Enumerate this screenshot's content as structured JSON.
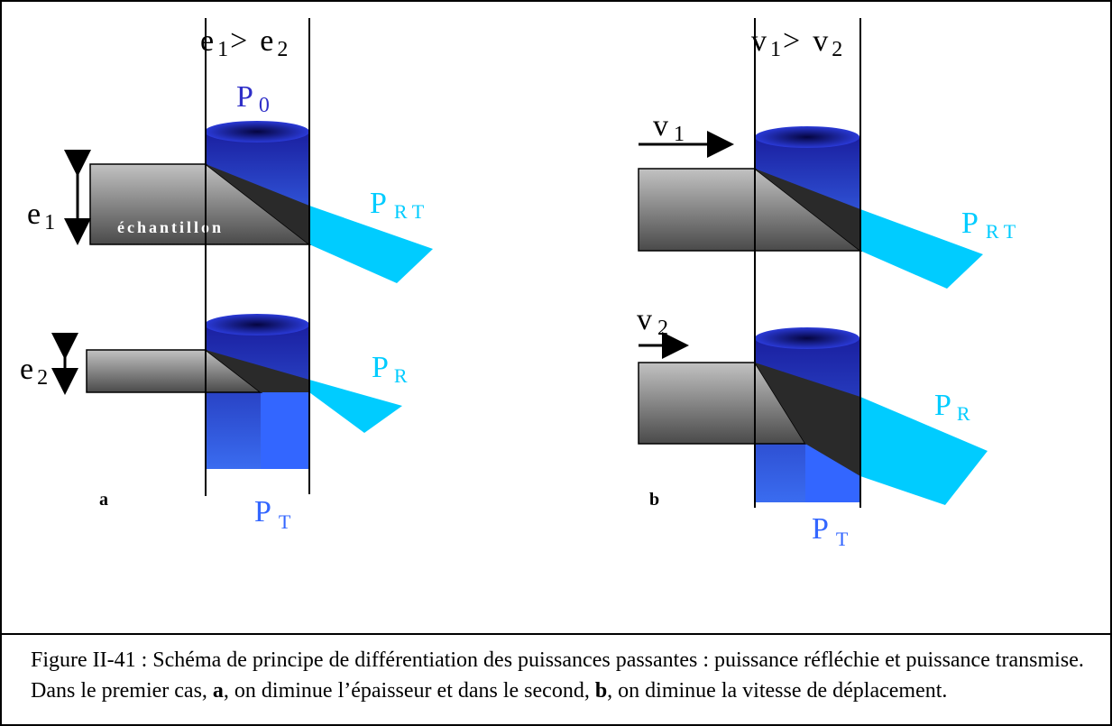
{
  "panel_a": {
    "header_left": "e",
    "header_left_sub": "1",
    "header_gt": ">",
    "header_right": "e",
    "header_right_sub": "2",
    "p0": "P",
    "p0_sub": "0",
    "e1": "e",
    "e1_sub": "1",
    "sample_label": "échantillon",
    "prt": "P",
    "prt_sub": "R T",
    "e2": "e",
    "e2_sub": "2",
    "pr": "P",
    "pr_sub": "R",
    "pt": "P",
    "pt_sub": "T",
    "panel_letter": "a"
  },
  "panel_b": {
    "header_left": "v",
    "header_left_sub": "1",
    "header_gt": ">",
    "header_right": "v",
    "header_right_sub": "2",
    "v1": "v",
    "v1_sub": "1",
    "prt": "P",
    "prt_sub": "R T",
    "v2": "v",
    "v2_sub": "2",
    "pr": "P",
    "pr_sub": "R",
    "pt": "P",
    "pt_sub": "T",
    "panel_letter": "b"
  },
  "caption": {
    "part1": "Figure II-41 : Schéma de principe de différentiation des puissances passantes : puissance réfléchie et puissance transmise. Dans le premier cas, ",
    "bold_a": "a",
    "part2": ", on diminue l’épaisseur et dans le second, ",
    "bold_b": "b",
    "part3": ", on diminue la vitesse de déplacement."
  },
  "colors": {
    "beam_dark": "#1a1fa0",
    "beam_light": "#3a6cf0",
    "reflected": "#00ccff",
    "transmitted": "#3366ff",
    "sample_light": "#b0b0b0",
    "sample_dark": "#555555",
    "shadow": "#2a2a2a",
    "p0_label": "#2f2fc8"
  }
}
